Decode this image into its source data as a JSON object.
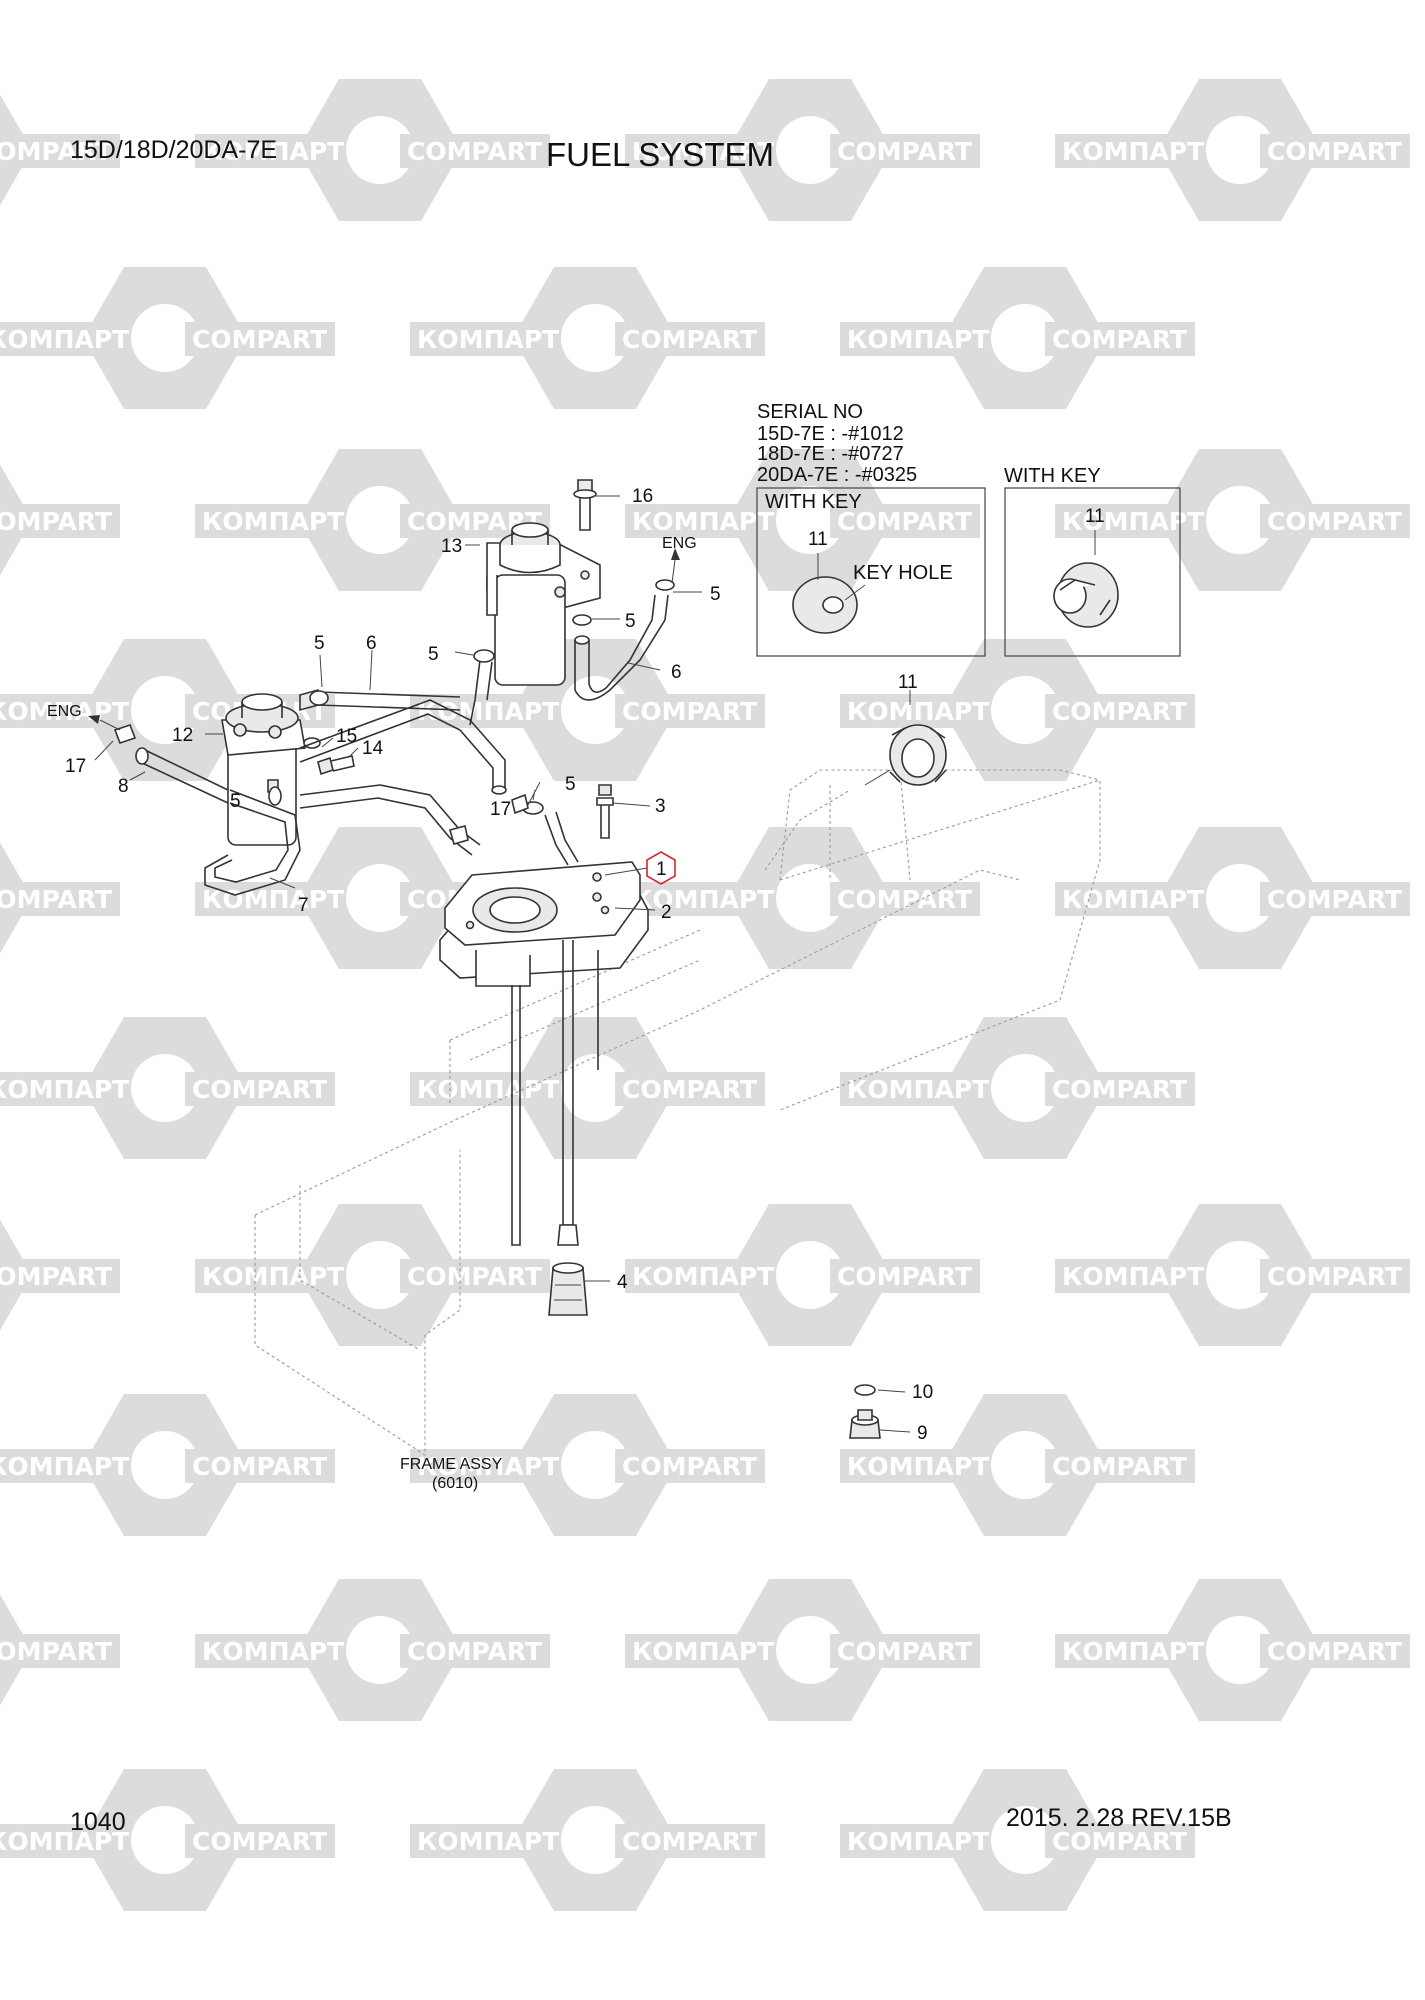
{
  "header": {
    "model": "15D/18D/20DA-7E",
    "title": "FUEL SYSTEM"
  },
  "footer": {
    "page_number": "1040",
    "revision": "2015. 2.28  REV.15B"
  },
  "watermark": {
    "text_cyrillic": "КОМПАРТ",
    "text_latin": "COMPART",
    "color": "#dcdcdc"
  },
  "serial_box": {
    "title": "SERIAL NO",
    "lines": [
      "15D-7E : -#1012",
      "18D-7E : -#0727",
      "20DA-7E : -#0325"
    ]
  },
  "inset_left": {
    "title": "WITH KEY",
    "part": "11",
    "note": "KEY HOLE"
  },
  "inset_right": {
    "title": "WITH KEY",
    "part": "11"
  },
  "callouts": {
    "c1": "1",
    "c2": "2",
    "c3": "3",
    "c4": "4",
    "c5": "5",
    "c6": "6",
    "c7": "7",
    "c8": "8",
    "c9": "9",
    "c10": "10",
    "c11": "11",
    "c12": "12",
    "c13": "13",
    "c14": "14",
    "c15": "15",
    "c16": "16",
    "c17": "17"
  },
  "labels": {
    "eng": "ENG",
    "frame_assy": "FRAME ASSY",
    "frame_code": "(6010)"
  },
  "highlight_color": "#d22a2a"
}
